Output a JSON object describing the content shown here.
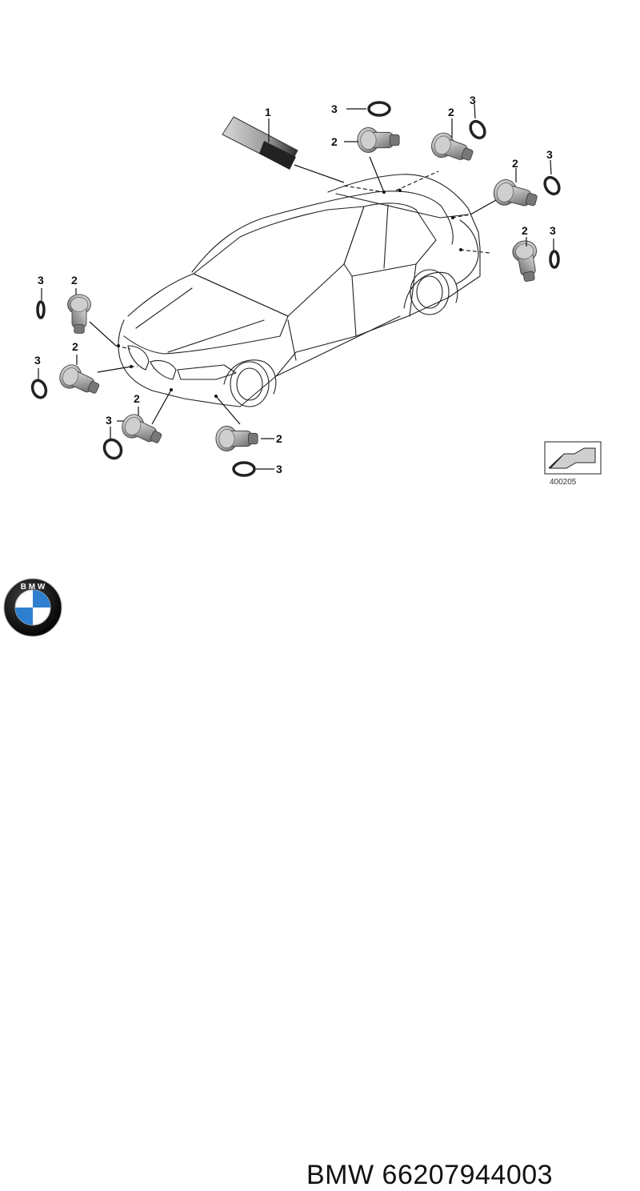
{
  "diagram": {
    "callouts": {
      "part1": "1",
      "sensor": "2",
      "ring": "3"
    },
    "reference_number": "400205"
  },
  "caption": {
    "brand": "BMW",
    "part_number": "66207944003",
    "logo_letters": "BMW"
  }
}
